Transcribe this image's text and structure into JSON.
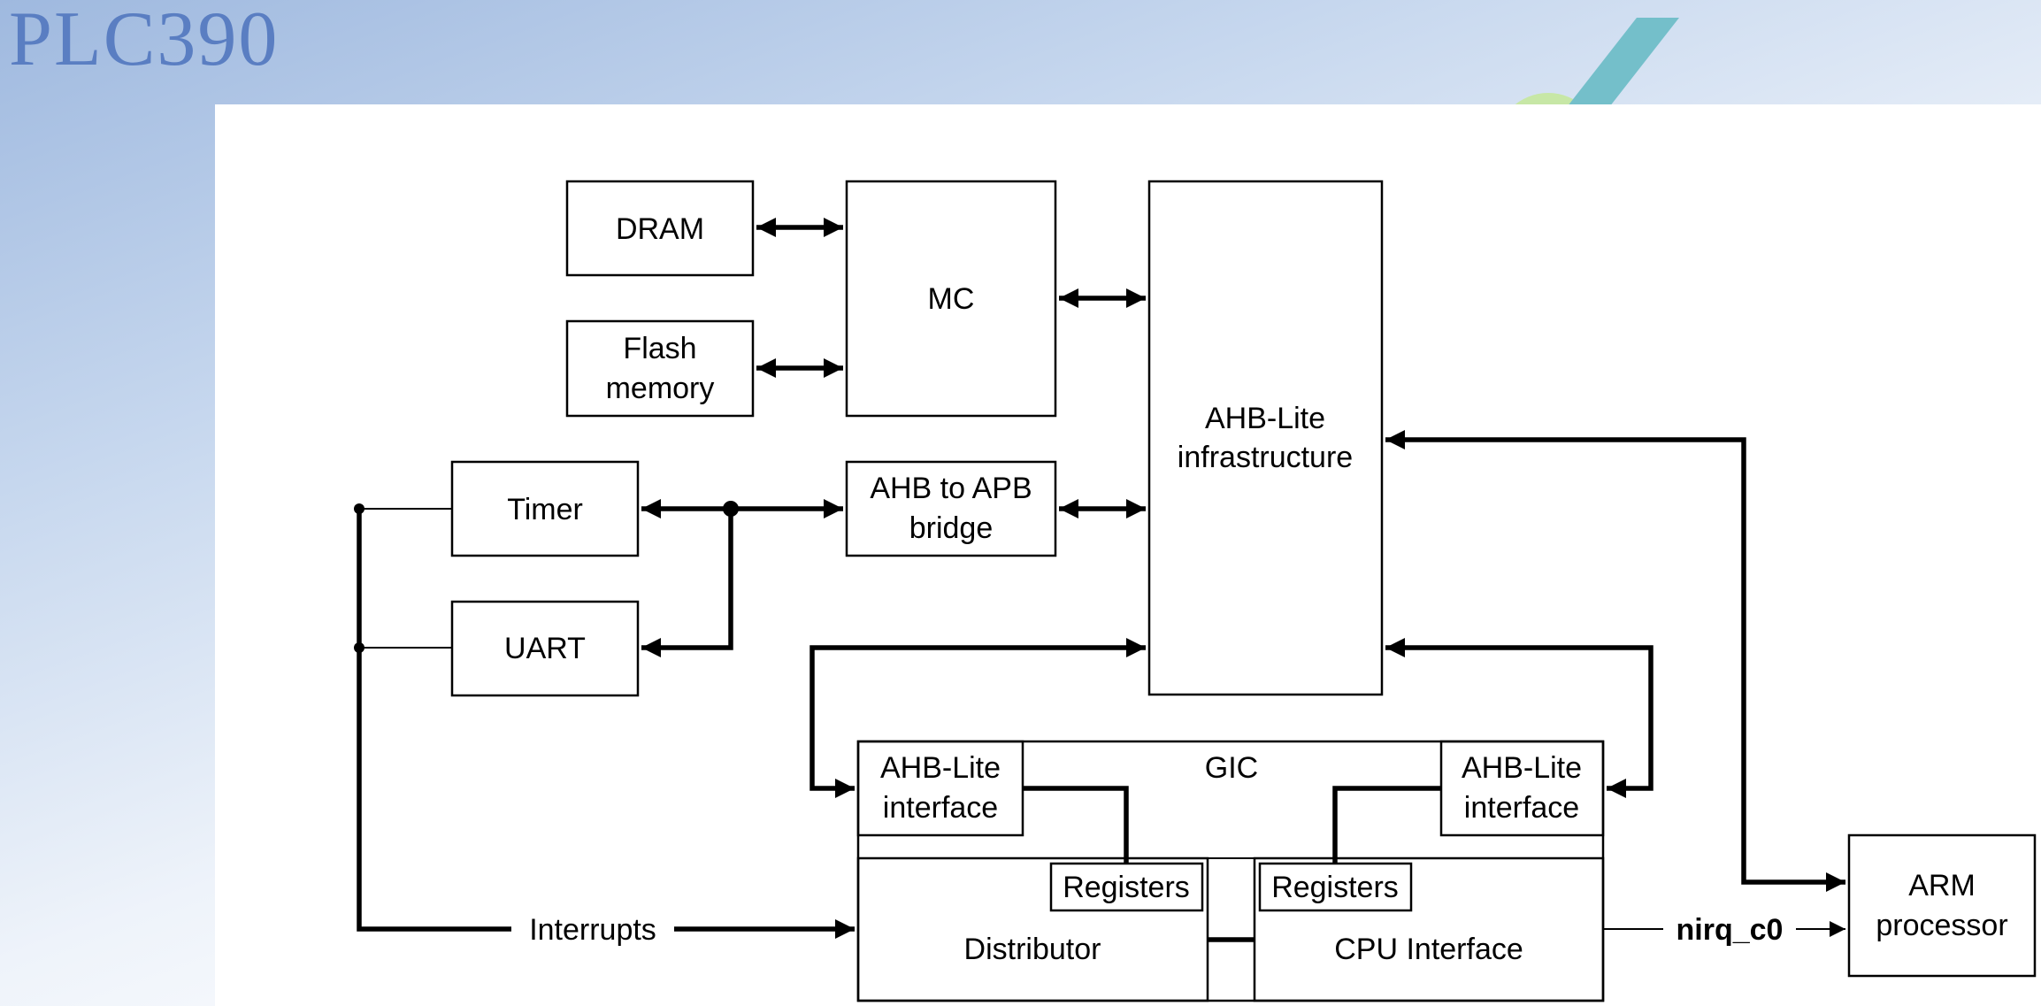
{
  "slide": {
    "title": "PLC390"
  },
  "diagram": {
    "blocks": {
      "dram": "DRAM",
      "flash": [
        "Flash",
        "memory"
      ],
      "mc": "MC",
      "ahb_lite_infra": [
        "AHB-Lite",
        "infrastructure"
      ],
      "timer": "Timer",
      "uart": "UART",
      "ahb_apb_bridge": [
        "AHB to APB",
        "bridge"
      ],
      "gic": "GIC",
      "ahb_lite_if_left": [
        "AHB-Lite",
        "interface"
      ],
      "ahb_lite_if_right": [
        "AHB-Lite",
        "interface"
      ],
      "registers_left": "Registers",
      "registers_right": "Registers",
      "distributor": "Distributor",
      "cpu_interface": "CPU Interface",
      "arm": [
        "ARM",
        "processor"
      ]
    },
    "signals": {
      "interrupts": "Interrupts",
      "nirq": "nirq_c0"
    }
  },
  "colors": {
    "title": "#5a7ec2",
    "gradient": "#9fb9df",
    "deco_teal": "#74bfca",
    "deco_green": "#c7e7a6"
  }
}
